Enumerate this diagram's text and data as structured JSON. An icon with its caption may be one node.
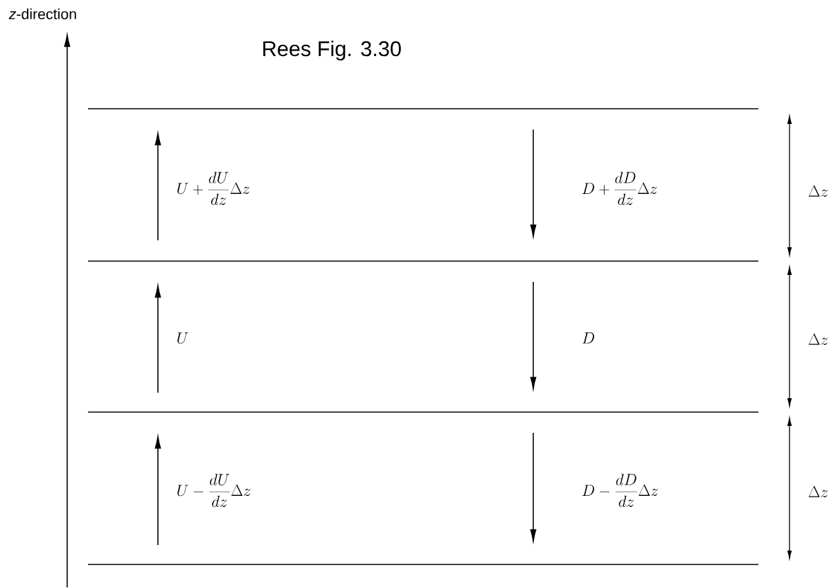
{
  "diagram": {
    "title": "Rees Fig. 3.30",
    "labels": [
      "*z*-direction",
      "U + \\frac{dU}{dz}\\Delta z",
      "D + \\frac{dD}{dz}\\Delta z",
      "\\Delta z",
      "U",
      "D",
      "\\Delta z",
      "U - \\frac{dU}{dz}\\Delta z",
      "D - \\frac{dD}{dz}\\Delta z",
      "\\Delta z"
    ]
  }
}
